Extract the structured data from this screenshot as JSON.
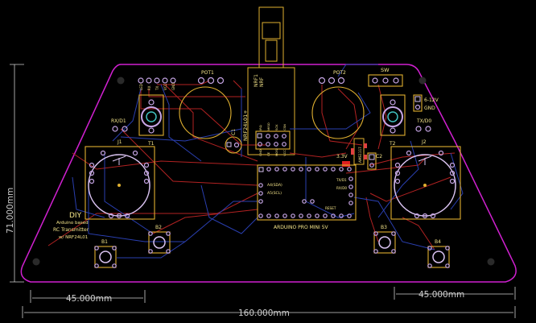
{
  "dimensions": {
    "height": "71.000mm",
    "left_width": "45.000mm",
    "right_width": "45.000mm",
    "total_width": "160.000mm"
  },
  "labels": {
    "pot1": "POT1",
    "pot2": "POT2",
    "sw": "SW",
    "t1": "T1",
    "t2": "T2",
    "j1": "J1",
    "j2": "J2",
    "b1": "B1",
    "b2": "B2",
    "b3": "B3",
    "b4": "B4",
    "c1": "C1",
    "c2": "C2",
    "rx": "RX/D1",
    "tx": "TX/D0",
    "v612": "6-12V",
    "gnd": "GND",
    "v33": "3.3V",
    "ams": "AMS1117",
    "nrf1": "NRF1",
    "nrf": "NRF",
    "nrf_module": "NRF24L01+",
    "arduino": "ARDUINO PRO MINI 5V",
    "sda": "A4(SDA)",
    "scl": "A5(SCL)",
    "reset": "RESET",
    "txo": "TX/D1",
    "rxi": "RX/D0"
  },
  "pot1_pins": [
    "LED",
    "RX",
    "TX",
    "VCC",
    "GND"
  ],
  "nrf_pins_top": [
    "IRQ",
    "MISO",
    "SCK",
    "CSN"
  ],
  "nrf_pins_bottom": [
    "GND",
    "CE",
    "MOSI",
    "VCC"
  ],
  "diy": {
    "title": "DIY",
    "line1": "Arduino based",
    "line2": "RC Transmitter",
    "line3": "w/ NRF24L01"
  },
  "colors": {
    "outline": "#d020d0",
    "silkscreen": "#f5e58a",
    "copper_top": "#b22222",
    "copper_bottom": "#2a3fb0",
    "pad": "#c7a6e6"
  }
}
